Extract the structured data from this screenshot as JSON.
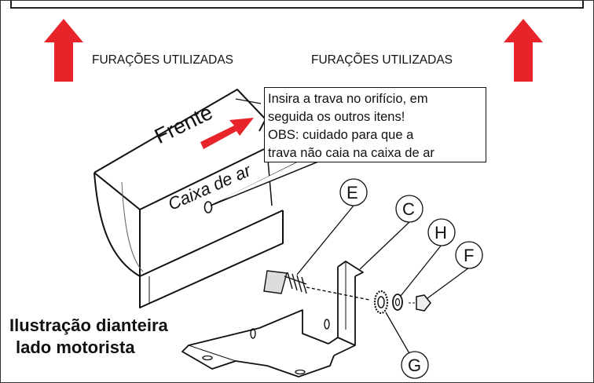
{
  "labels": {
    "holes_left": "FURAÇÕES UTILIZADAS",
    "holes_right": "FURAÇÕES UTILIZADAS",
    "front": "Frente",
    "air_box": "Caixa de ar"
  },
  "callout": {
    "line1": "Insira a trava no orifício, em",
    "line2": "seguida os outros itens!",
    "line3": "OBS: cuidado para que a",
    "line4": "trava não caia na caixa de ar"
  },
  "parts": {
    "e": "E",
    "c": "C",
    "h": "H",
    "f": "F",
    "g": "G"
  },
  "caption": {
    "line1": "Ilustração dianteira",
    "line2": "lado motorista"
  },
  "colors": {
    "arrow": "#e8232a",
    "line": "#111111",
    "fill_gray": "#d9d9d9"
  }
}
